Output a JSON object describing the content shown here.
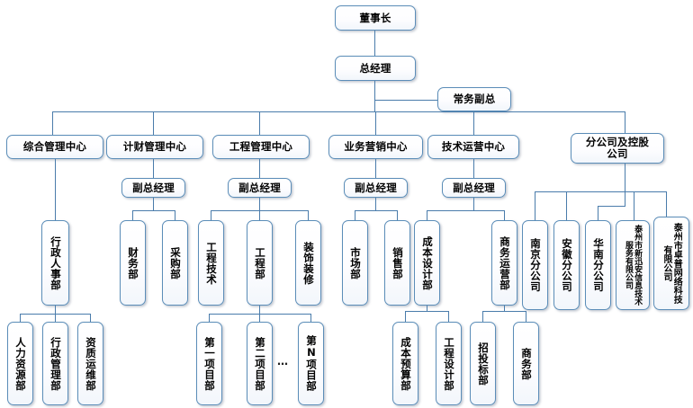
{
  "chart_data": {
    "type": "diagram",
    "diagram_type": "organization-chart",
    "title": "",
    "orientation": "top-down",
    "accent_color": "#5b8db8",
    "line_color": "#4a7cab",
    "box_fill": "#ffffff"
  },
  "nodes": {
    "chairman": "董事长",
    "general_manager": "总经理",
    "executive_vp": "常务副总",
    "center_general_admin": "综合管理中心",
    "center_finance_plan": "计财管理中心",
    "center_engineering": "工程管理中心",
    "center_business_marketing": "业务营销中心",
    "center_tech_operations": "技术运营中心",
    "branch_holding_line1": "分公司及控股",
    "branch_holding_line2": "公司",
    "deputy_gm_finance": "副总经理",
    "deputy_gm_engineering": "副总经理",
    "deputy_gm_marketing": "副总经理",
    "deputy_gm_tech": "副总经理",
    "dept_admin_hr": "行政人事部",
    "dept_finance": "财务部",
    "dept_purchasing": "采购部",
    "dept_eng_tech": "工程技术",
    "dept_engineering": "工程部",
    "dept_decoration": "装饰装修",
    "dept_market": "市场部",
    "dept_sales": "销售部",
    "dept_cost_design": "成本设计部",
    "dept_business_ops": "商务运营部",
    "branch_nanjing": "南京分公司",
    "branch_anhui": "安徽分公司",
    "branch_south_china": "华南分公司",
    "company_xinxun": "泰州市新迅安信息技术服务有限公司",
    "company_zhuopu": "泰州市卓普网络科技有限公司",
    "dept_hr": "人力资源部",
    "dept_admin_mgmt": "行政管理部",
    "dept_qualification_ops": "资质运维部",
    "project_dept_1": "第一项目部",
    "project_dept_2": "第二项目部",
    "project_dept_n": "第N项目部",
    "project_ellipsis": "…",
    "dept_cost_budget": "成本预算部",
    "dept_eng_design": "工程设计部",
    "dept_bidding": "招投标部",
    "dept_business": "商务部"
  }
}
